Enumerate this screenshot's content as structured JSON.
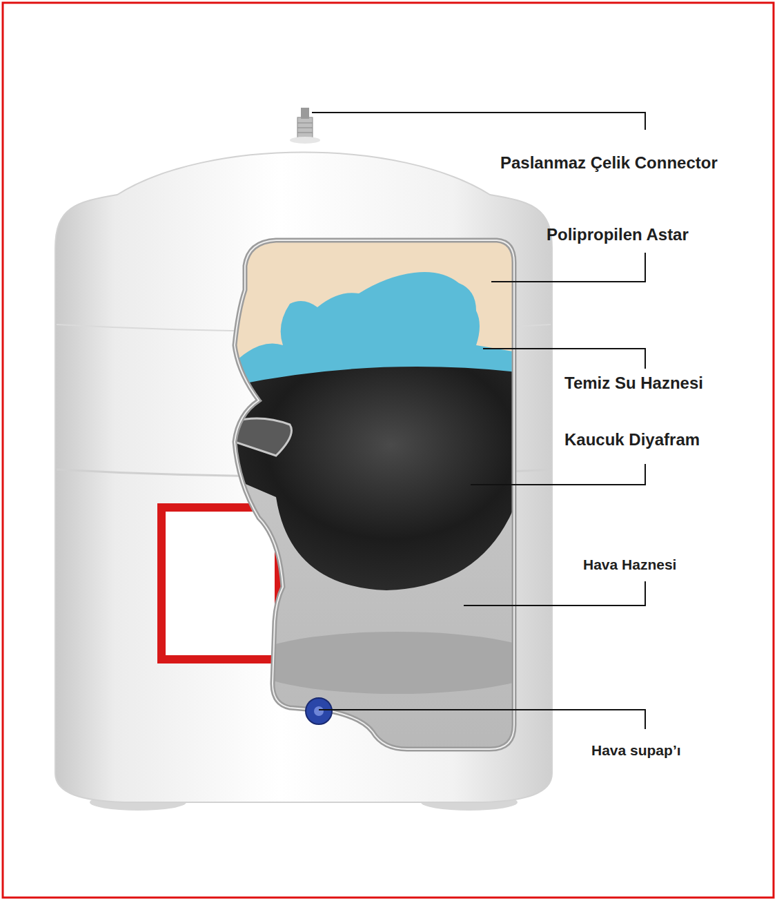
{
  "diagram": {
    "labels": [
      "Paslanmaz Çelik Connector",
      "Polipropilen Astar",
      "Temiz Su Haznesi",
      "Kaucuk Diyafram",
      "Hava Haznesi",
      "Hava supap’ı"
    ]
  }
}
